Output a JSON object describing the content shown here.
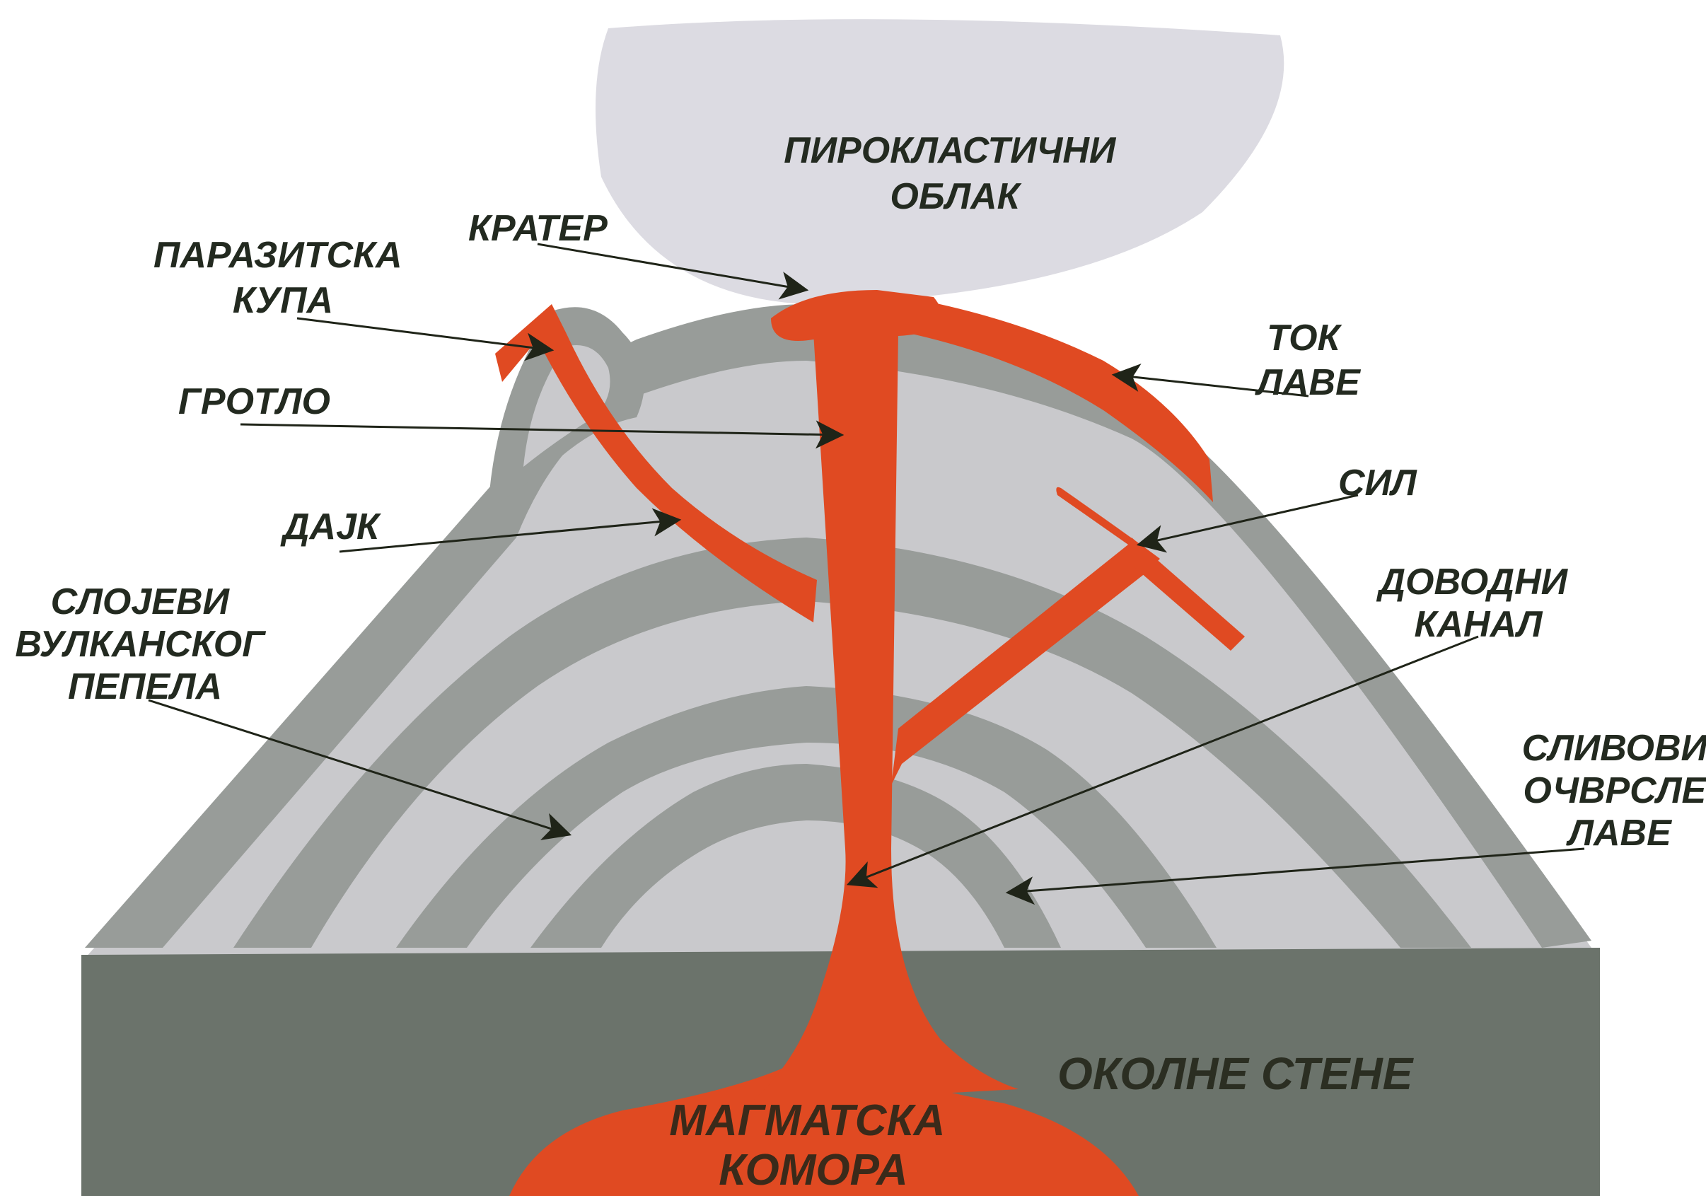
{
  "labels": {
    "pyroclastic_cloud": [
      "ПИРОКЛАСТИЧНИ",
      "ОБЛАК"
    ],
    "crater": "КРАТЕР",
    "parasitic_cone": [
      "ПАРАЗИТСКА",
      "КУПА"
    ],
    "vent": "ГРОТЛО",
    "lava_flow": [
      "ТОК",
      "ЛАВЕ"
    ],
    "sill": "СИЛ",
    "dike": "ДАЈК",
    "ash_layers": [
      "СЛОЈЕВИ",
      "ВУЛКАНСКОГ",
      "ПЕПЕЛА"
    ],
    "conduit": [
      "ДОВОДНИ",
      "КАНАЛ"
    ],
    "hardened_lava": [
      "СЛИВОВИ",
      "ОЧВРСЛЕ",
      "ЛАВЕ"
    ],
    "country_rock": "ОКОЛНЕ СТЕНЕ",
    "magma_chamber": [
      "МАГМАТСКА",
      "КОМОРА"
    ]
  },
  "colors": {
    "cloud": "#dcdbe2",
    "light_layer": "#c9c9cc",
    "dark_layer": "#989c99",
    "mid_layer": "#b4b7b4",
    "country_rock": "#6b736b",
    "magma": "#e04a22",
    "text": "#232a20"
  }
}
